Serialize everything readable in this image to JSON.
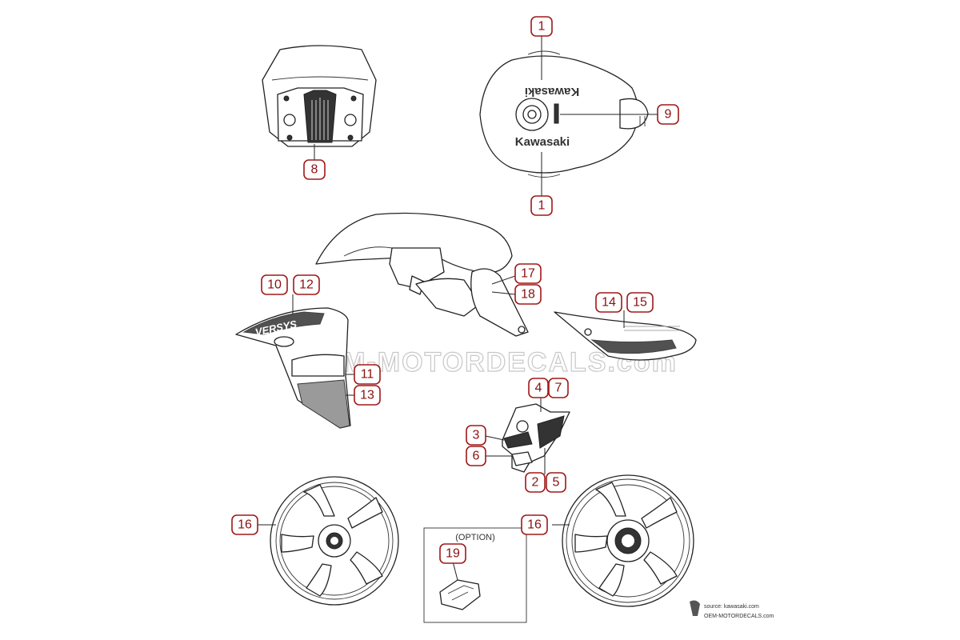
{
  "diagram": {
    "watermark": "OEM-MOTORDECALS.com",
    "option_label": "(OPTION)",
    "tank_logo_top": "Kawasaki",
    "tank_logo_bottom": "Kawasaki",
    "source_label": "source: kawasaki.com",
    "footer_brand": "OEM-MOTORDECALS.com"
  },
  "callouts": [
    "1",
    "1",
    "9",
    "8",
    "10",
    "12",
    "17",
    "18",
    "14",
    "15",
    "11",
    "13",
    "4",
    "7",
    "3",
    "6",
    "2",
    "5",
    "16",
    "16",
    "19"
  ],
  "colors": {
    "callout_border": "#a01818",
    "callout_text": "#8a1010",
    "line": "#222222",
    "watermark": "#c8c8c8"
  }
}
